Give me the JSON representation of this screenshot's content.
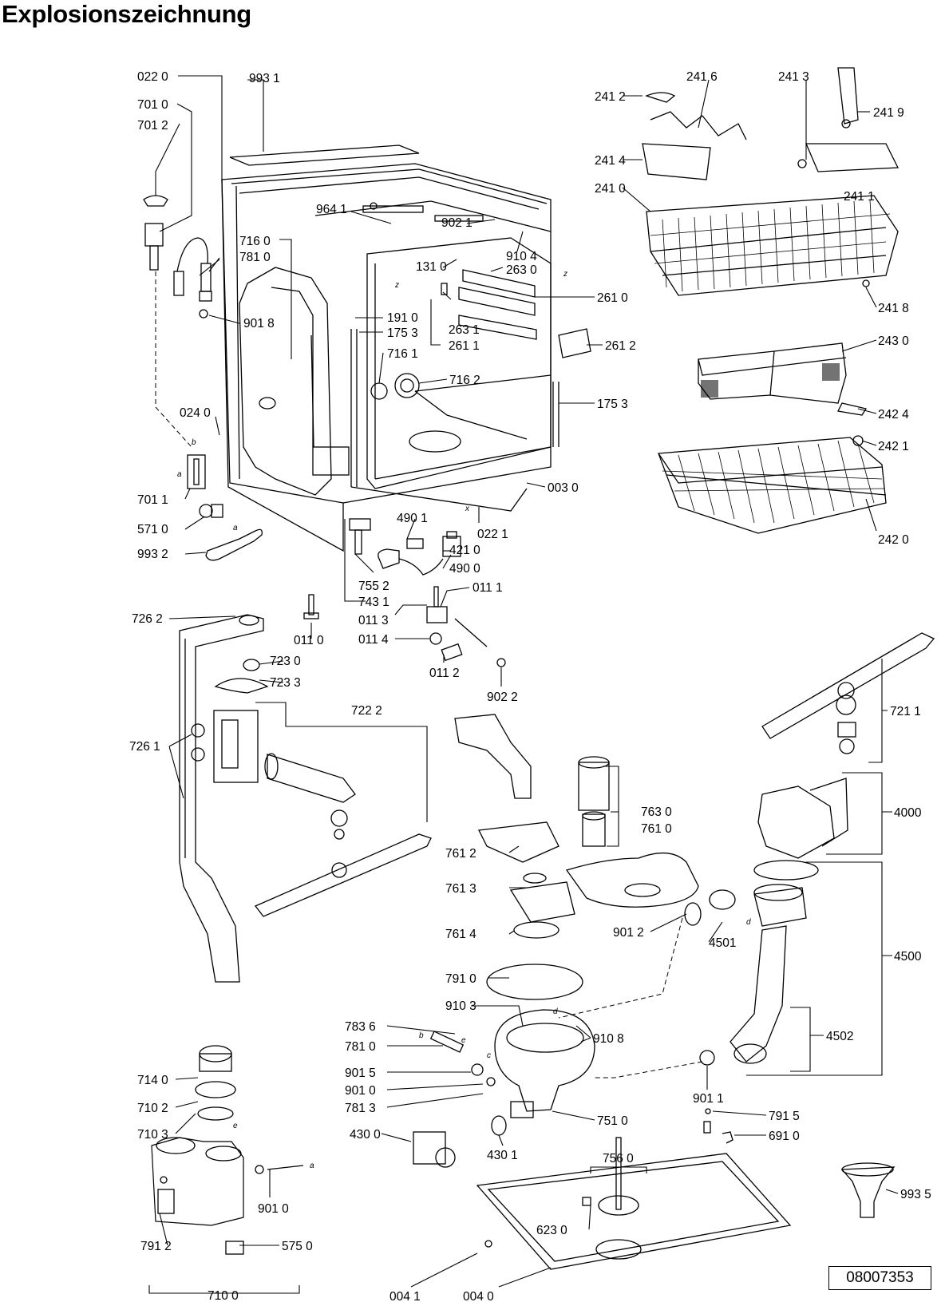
{
  "title": "Explosionszeichnung",
  "document_number": "08007353",
  "callouts": [
    "022 0",
    "993 1",
    "701 0",
    "701 2",
    "964 1",
    "902 1",
    "910 4",
    "131 0",
    "263 0",
    "716 0",
    "781 0",
    "191 0",
    "175 3",
    "261 0",
    "263 1",
    "261 1",
    "261 2",
    "901 8",
    "716 1",
    "716 2",
    "175 3",
    "024 0",
    "003 0",
    "701 1",
    "571 0",
    "993 2",
    "022 1",
    "490 1",
    "421 0",
    "490 0",
    "755 2",
    "743 1",
    "011 1",
    "011 3",
    "011 4",
    "011 2",
    "902 2",
    "011 0",
    "726 2",
    "723 0",
    "723 3",
    "722 2",
    "726 1",
    "241 2",
    "241 6",
    "241 3",
    "241 9",
    "241 4",
    "241 1",
    "241 0",
    "241 8",
    "243 0",
    "242 4",
    "242 1",
    "242 0",
    "721 1",
    "763 0",
    "761 0",
    "4000",
    "761 2",
    "761 3",
    "761 4",
    "901 2",
    "4501",
    "4500",
    "791 0",
    "910 3",
    "910 8",
    "783 6",
    "781 0",
    "901 5",
    "901 0",
    "781 3",
    "751 0",
    "4502",
    "901 1",
    "430 0",
    "430 1",
    "791 5",
    "691 0",
    "714 0",
    "710 2",
    "710 3",
    "901 0",
    "791 2",
    "575 0",
    "710 0",
    "756 0",
    "623 0",
    "993 5",
    "004 1",
    "004 0"
  ],
  "connector_letters": [
    "z",
    "z",
    "x",
    "b",
    "a",
    "a",
    "b",
    "e",
    "c",
    "d",
    "d",
    "e",
    "a"
  ]
}
